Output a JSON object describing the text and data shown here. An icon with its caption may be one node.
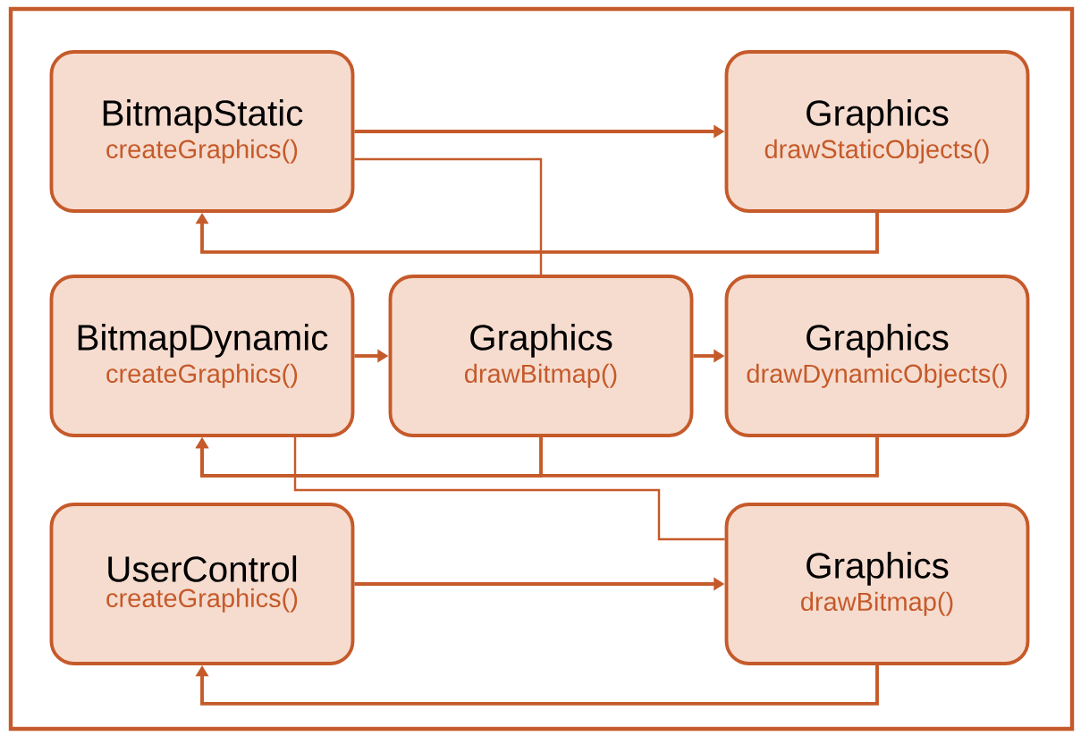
{
  "diagram": {
    "nodes": [
      {
        "text": [
          "BitmapStatic",
          "createGraphics()"
        ]
      },
      {
        "text": [
          "Graphics",
          "drawStaticObjects()"
        ]
      },
      {
        "text": [
          "BitmapDynamic",
          "createGraphics()"
        ]
      },
      {
        "text": [
          "Graphics",
          "drawBitmap()"
        ]
      },
      {
        "text": [
          "Graphics",
          "drawDynamicObjects()"
        ]
      },
      {
        "text": [
          "UserControl",
          "createGraphics()"
        ]
      },
      {
        "text": [
          "Graphics",
          "drawBitmap()"
        ]
      }
    ],
    "edges": [
      {
        "from": 0,
        "to": 1,
        "arrow": "to"
      },
      {
        "from": 1,
        "to": 0,
        "arrow": "to"
      },
      {
        "from": 0,
        "to": 3,
        "arrow": "none"
      },
      {
        "from": 2,
        "to": 3,
        "arrow": "to"
      },
      {
        "from": 3,
        "to": 4,
        "arrow": "to"
      },
      {
        "from": 4,
        "to": 2,
        "arrow": "to"
      },
      {
        "from": 3,
        "to": 2,
        "arrow": "to"
      },
      {
        "from": 2,
        "to": 6,
        "arrow": "none"
      },
      {
        "from": 5,
        "to": 6,
        "arrow": "to"
      },
      {
        "from": 6,
        "to": 5,
        "arrow": "to"
      }
    ]
  }
}
